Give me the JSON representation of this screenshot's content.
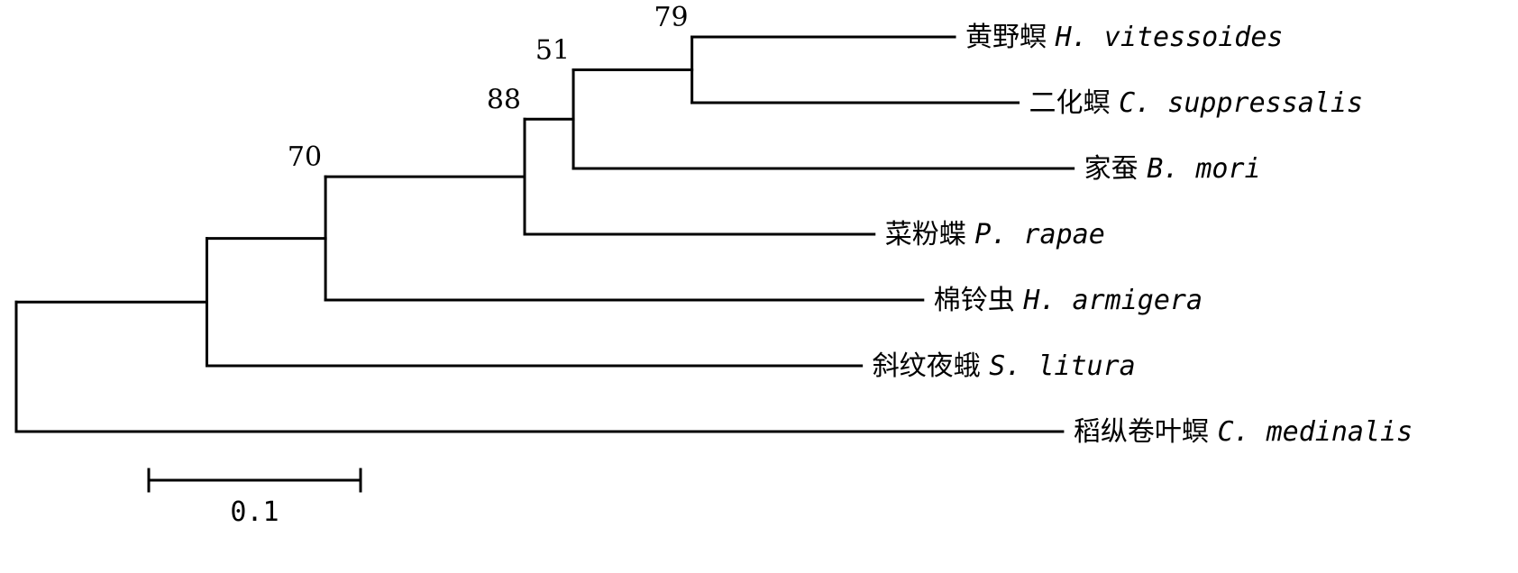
{
  "tree": {
    "root": {
      "children": [
        {
          "children": [
            {
              "support": "70",
              "children": [
                {
                  "support": "88",
                  "children": [
                    {
                      "support": "51",
                      "children": [
                        {
                          "support": "79",
                          "children": [
                            {
                              "name_cn": "黄野螟",
                              "name_latin": "H. vitessoides",
                              "branch_length": 0.124
                            },
                            {
                              "name_cn": "二化螟",
                              "name_latin": "C. suppressalis",
                              "branch_length": 0.154
                            }
                          ],
                          "branch_length": 0.056
                        },
                        {
                          "name_cn": "家蚕",
                          "name_latin": "B. mori",
                          "branch_length": 0.236
                        }
                      ],
                      "branch_length": 0.023
                    },
                    {
                      "name_cn": "菜粉蝶",
                      "name_latin": "P. rapae",
                      "branch_length": 0.165
                    }
                  ],
                  "branch_length": 0.094
                },
                {
                  "name_cn": "棉铃虫",
                  "name_latin": "H. armigera",
                  "branch_length": 0.282
                }
              ],
              "branch_length": 0.056
            },
            {
              "name_cn": "斜纹夜蛾",
              "name_latin": "S. litura",
              "branch_length": 0.309
            }
          ],
          "branch_length": 0.09
        },
        {
          "name_cn": "稻纵卷叶螟",
          "name_latin": "C. medinalis",
          "branch_length": 0.494
        }
      ]
    }
  },
  "leaf_order": [
    "H. vitessoides",
    "C. suppressalis",
    "B. mori",
    "P. rapae",
    "H. armigera",
    "S. litura",
    "C. medinalis"
  ],
  "scale_bar": {
    "label": "0.1",
    "length": 0.1
  }
}
